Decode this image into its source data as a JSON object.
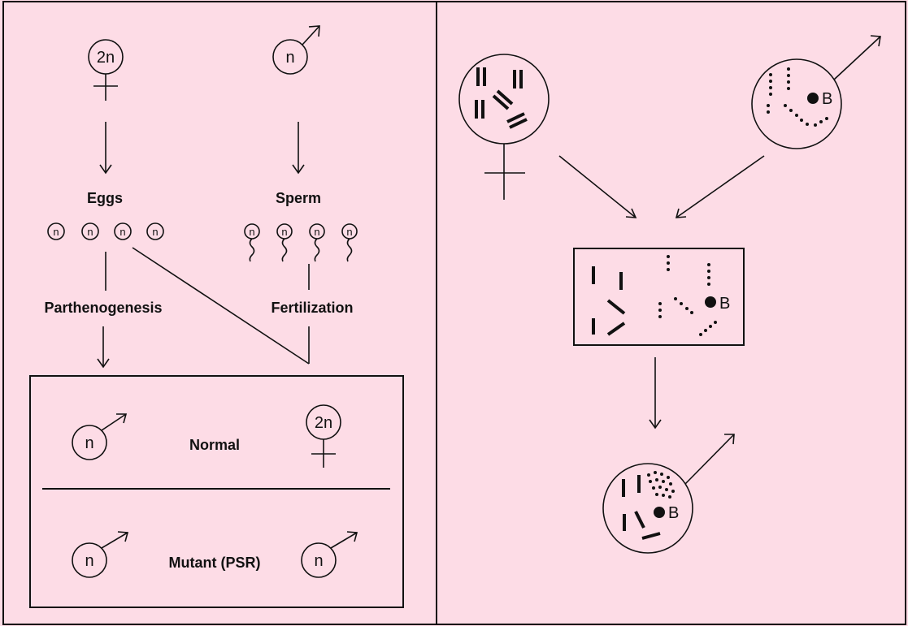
{
  "colors": {
    "background": "#fddce6",
    "ink": "#111111"
  },
  "left_panel": {
    "female_parent_ploidy": "2n",
    "male_parent_ploidy": "n",
    "eggs_label": "Eggs",
    "sperm_label": "Sperm",
    "gamete_ploidy": "n",
    "parthenogenesis_label": "Parthenogenesis",
    "fertilization_label": "Fertilization",
    "result_box": {
      "normal_label": "Normal",
      "mutant_label": "Mutant (PSR)",
      "normal_male_ploidy": "n",
      "normal_female_ploidy": "2n",
      "mutant_male1_ploidy": "n",
      "mutant_male2_ploidy": "n"
    }
  },
  "right_panel": {
    "b_chromosome_label": "B",
    "icons": [
      "female-symbol",
      "male-symbol",
      "chromosome-bars",
      "b-chromosome-dot"
    ]
  }
}
